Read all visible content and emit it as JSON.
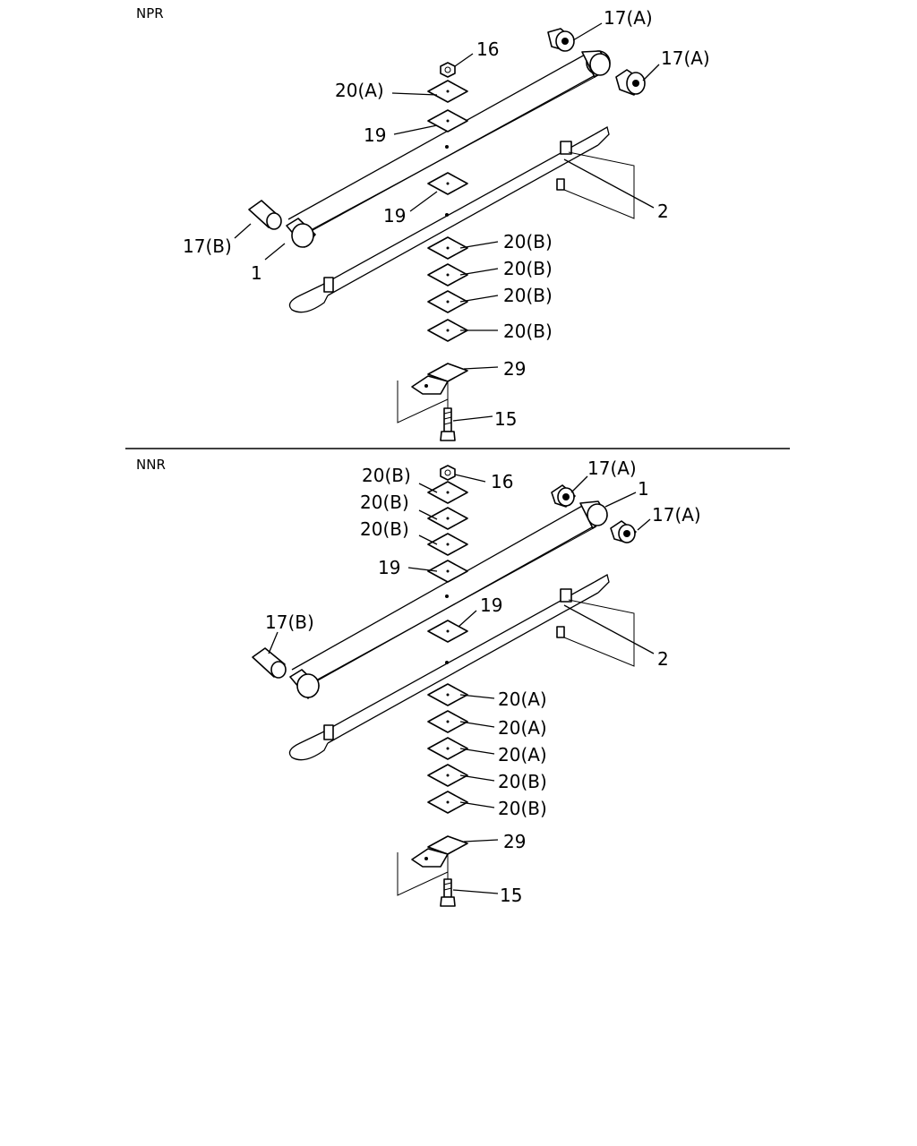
{
  "sections": [
    {
      "name": "NPR",
      "callouts": {
        "c17A_top": "17(A)",
        "c16": "16",
        "c17A_right": "17(A)",
        "c20A": "20(A)",
        "c19_upper": "19",
        "c19_lower": "19",
        "c2": "2",
        "c17B": "17(B)",
        "c1": "1",
        "c20B_1": "20(B)",
        "c20B_2": "20(B)",
        "c20B_3": "20(B)",
        "c20B_4": "20(B)",
        "c29": "29",
        "c15": "15"
      }
    },
    {
      "name": "NNR",
      "callouts": {
        "c20B_top1": "20(B)",
        "c16": "16",
        "c17A_top": "17(A)",
        "c1": "1",
        "c20B_top2": "20(B)",
        "c17A_right": "17(A)",
        "c20B_top3": "20(B)",
        "c19_upper": "19",
        "c19_lower": "19",
        "c17B": "17(B)",
        "c2": "2",
        "c20A_1": "20(A)",
        "c20A_2": "20(A)",
        "c20A_3": "20(A)",
        "c20B_1": "20(B)",
        "c20B_2": "20(B)",
        "c29": "29",
        "c15": "15"
      }
    }
  ]
}
